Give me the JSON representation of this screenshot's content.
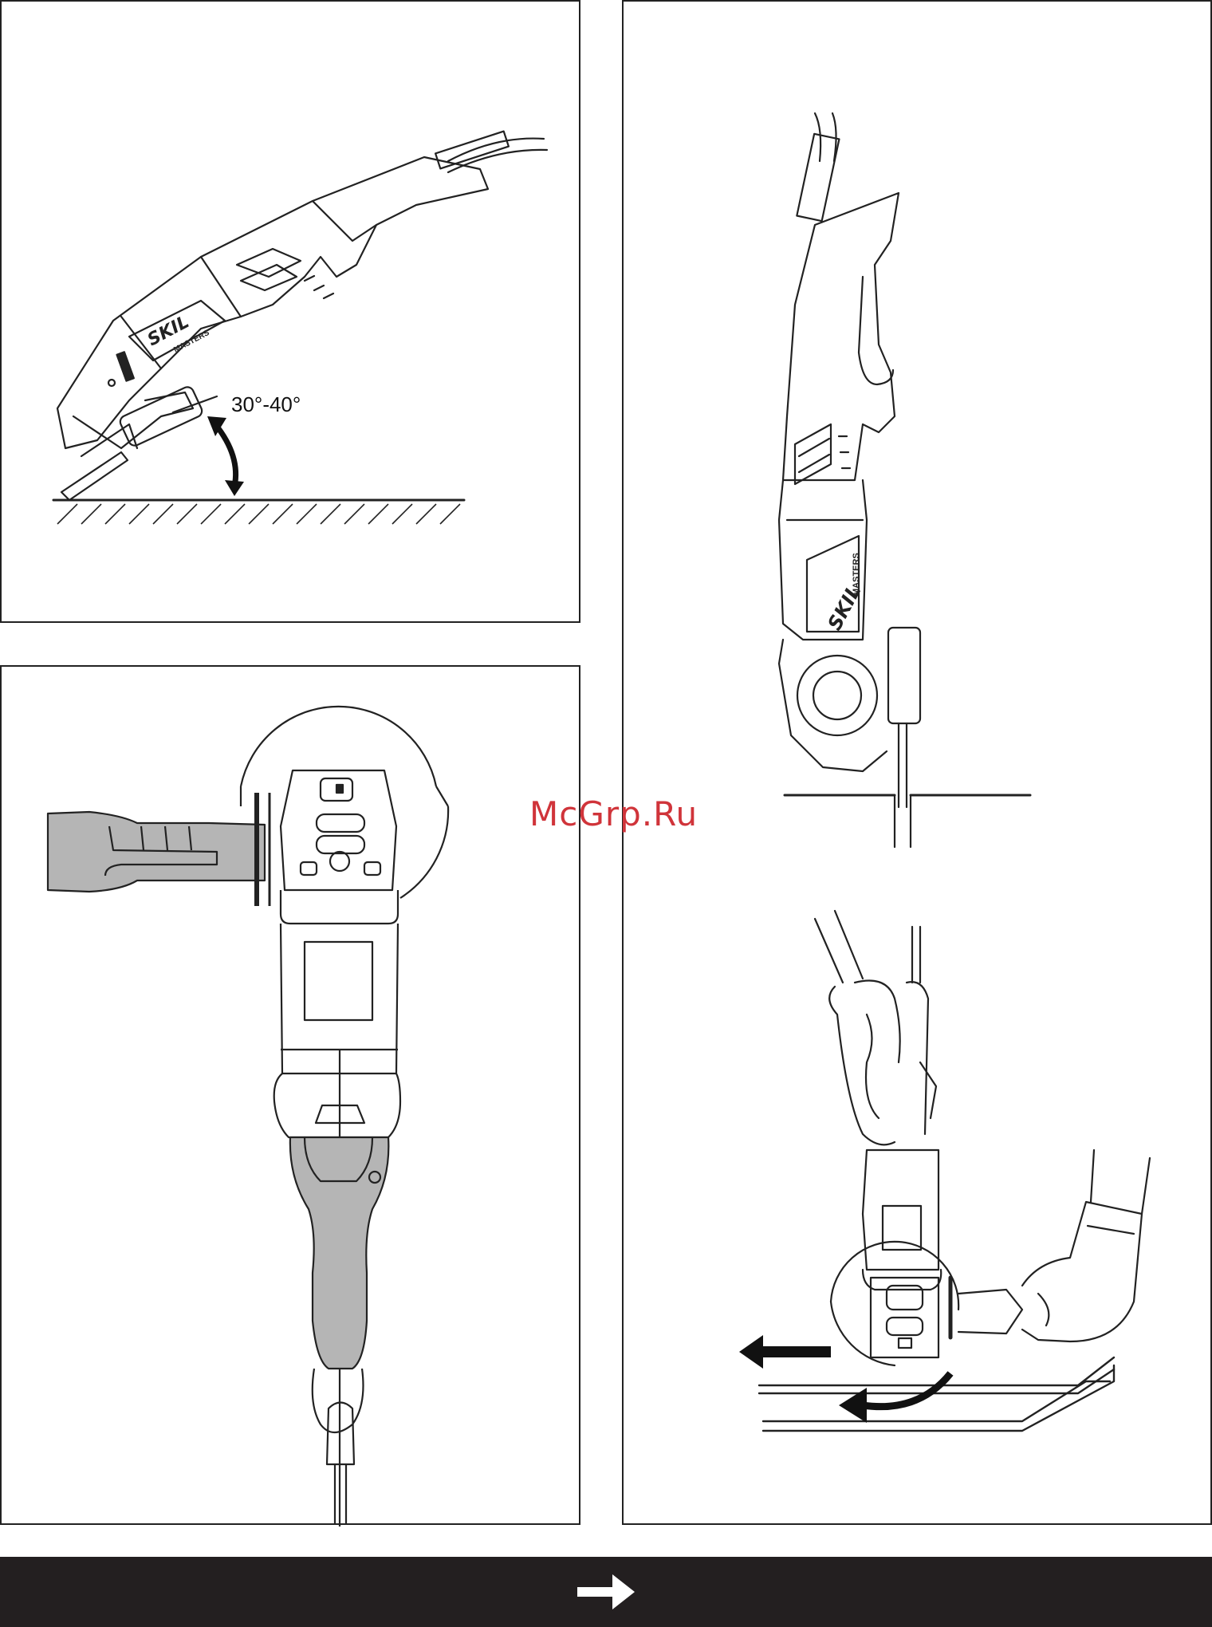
{
  "figure_top_left": {
    "angle_label": "30°-40°",
    "brand_logo": "SKIL",
    "brand_sub": "MASTERS"
  },
  "figure_right_top": {
    "brand_logo": "SKIL",
    "brand_sub": "MASTERS"
  },
  "watermark": "McGrp.Ru",
  "footer": {
    "icon": "arrow-right-icon",
    "color": "#231f20"
  },
  "colors": {
    "line": "#222222",
    "grip_shade": "#b5b5b5",
    "watermark": "#d0343a"
  }
}
